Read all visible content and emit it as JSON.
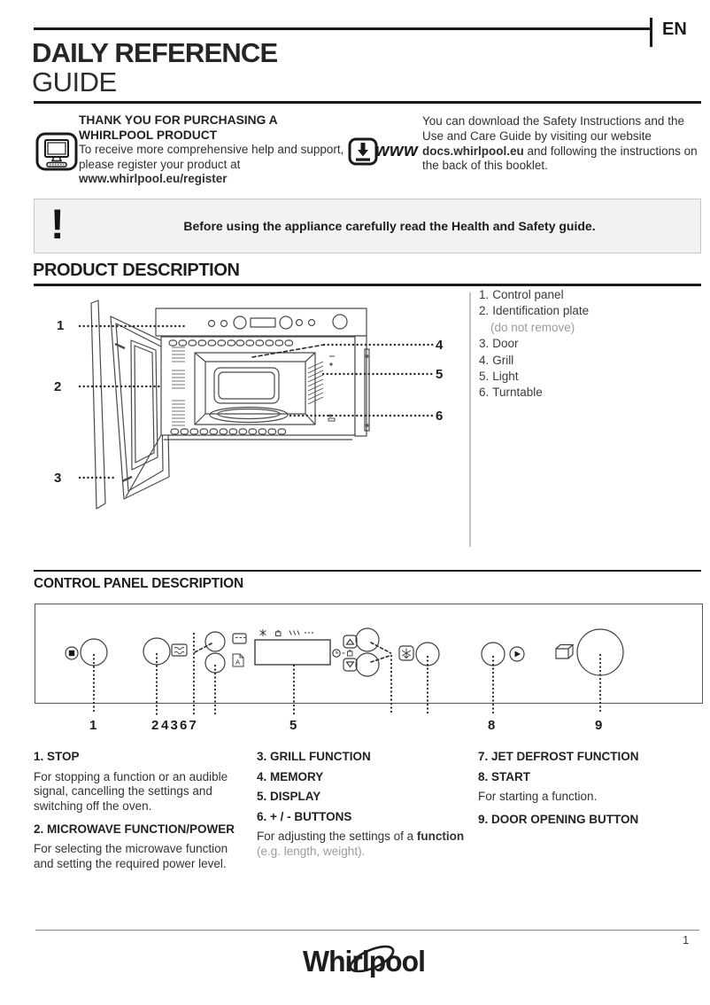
{
  "colors": {
    "rule_black": "#1a1a1a",
    "warning_bg": "#f2f2f0",
    "note_gray": "#9b9b9b",
    "text": "#262626"
  },
  "header": {
    "language_badge": "EN",
    "title_line1": "DAILY REFERENCE",
    "title_line2": "GUIDE"
  },
  "register": {
    "heading_line1": "THANK YOU FOR PURCHASING A",
    "heading_line2": "WHIRLPOOL PRODUCT",
    "body": "To receive more comprehensive help and support, please register your product at",
    "url": "www.whirlpool.eu/register"
  },
  "download": {
    "www_label": "www",
    "text_before": "You can download the Safety Instructions and the Use and Care Guide by visiting our website ",
    "site": "docs.whirlpool.eu",
    "text_after": " and following the instructions on the back of this booklet."
  },
  "warning": {
    "mark": "!",
    "text": "Before using the appliance carefully read the Health and Safety guide."
  },
  "product": {
    "title": "PRODUCT DESCRIPTION",
    "callouts": [
      "1",
      "2",
      "3",
      "4",
      "5",
      "6"
    ],
    "legend": [
      {
        "num": "1.",
        "label": "Control panel"
      },
      {
        "num": "2.",
        "label": "Identification plate",
        "note": "(do not remove)"
      },
      {
        "num": "3.",
        "label": "Door"
      },
      {
        "num": "4.",
        "label": "Grill"
      },
      {
        "num": "5.",
        "label": "Light"
      },
      {
        "num": "6.",
        "label": "Turntable"
      }
    ]
  },
  "control_panel": {
    "title": "CONTROL PANEL DESCRIPTION",
    "memory_icon_letter": "A",
    "labels": [
      "1",
      "2",
      "4",
      "3",
      "6",
      "7",
      "5",
      "8",
      "9"
    ]
  },
  "functions": {
    "stop": {
      "heading": "1. STOP",
      "body": "For stopping a function or an audible signal, cancelling the settings and switching off the oven."
    },
    "microwave": {
      "heading": "2. MICROWAVE FUNCTION/POWER",
      "body": "For selecting the microwave function and setting the required power level."
    },
    "grill": {
      "heading": "3. GRILL FUNCTION"
    },
    "memory": {
      "heading": "4. MEMORY"
    },
    "display": {
      "heading": "5. DISPLAY"
    },
    "plusminus": {
      "heading": "6. + / - BUTTONS",
      "body_main": "For adjusting the settings of a ",
      "body_bold": "function",
      "body_note": " (e.g. length, weight)."
    },
    "jet": {
      "heading": "7. JET DEFROST FUNCTION"
    },
    "start": {
      "heading": "8. START",
      "body": "For starting a function."
    },
    "door": {
      "heading": "9. DOOR OPENING BUTTON"
    }
  },
  "footer": {
    "logo_text": "Whirlpool",
    "page_number": "1"
  }
}
